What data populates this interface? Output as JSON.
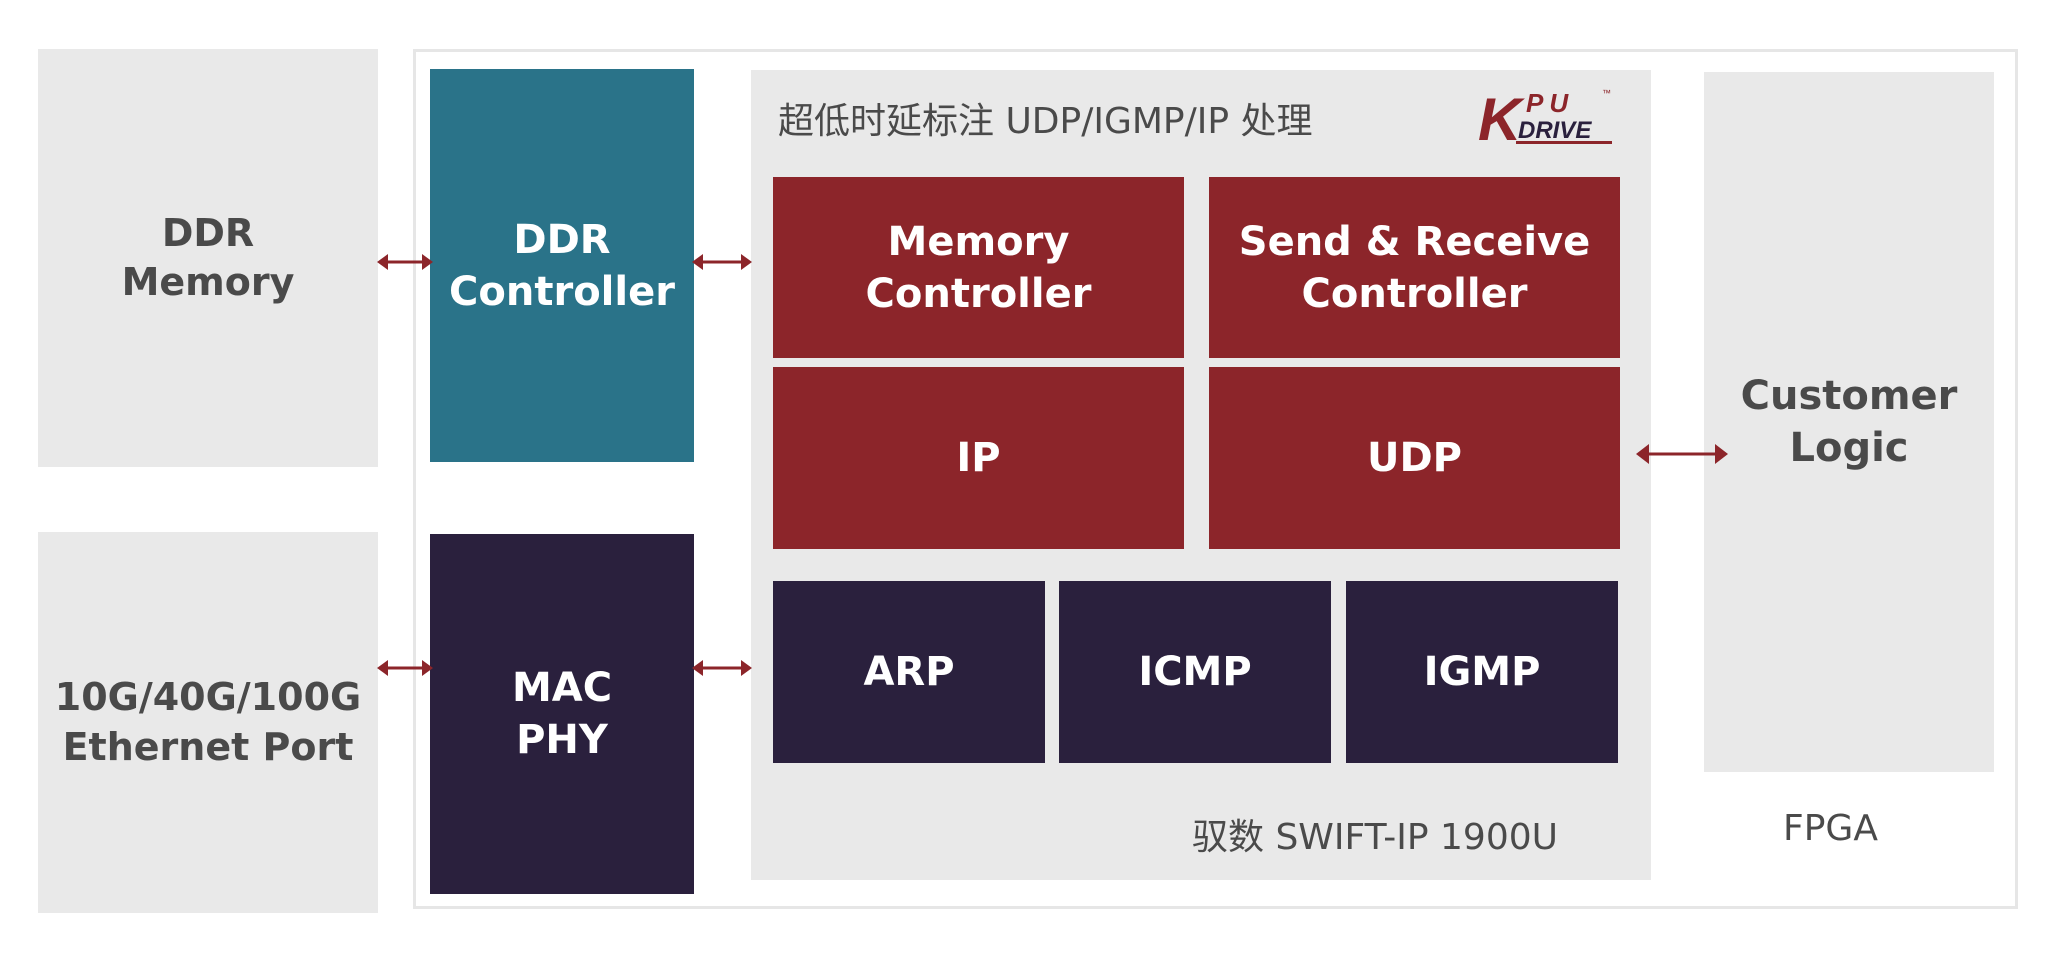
{
  "external": {
    "ddr_memory": [
      "DDR",
      "Memory"
    ],
    "ethernet_port": [
      "10G/40G/100G",
      "Ethernet Port"
    ],
    "customer_logic": [
      "Customer",
      "Logic"
    ]
  },
  "fpga": {
    "label": "FPGA",
    "ddr_controller": [
      "DDR",
      "Controller"
    ],
    "mac_phy": [
      "MAC",
      "PHY"
    ]
  },
  "ip_core": {
    "title": "超低时延标注 UDP/IGMP/IP 处理",
    "name": "驭数 SWIFT-IP 1900U",
    "logo": {
      "letters": "K",
      "sub_top": "PU",
      "sub_bottom": "DRIVE",
      "tm": "™"
    },
    "blocks": {
      "memory_controller": [
        "Memory Controller"
      ],
      "send_receive_controller": [
        "Send & Receive",
        "Controller"
      ],
      "ip": [
        "IP"
      ],
      "udp": [
        "UDP"
      ],
      "arp": [
        "ARP"
      ],
      "icmp": [
        "ICMP"
      ],
      "igmp": [
        "IGMP"
      ]
    }
  },
  "colors": {
    "grey_box": "#e9e9e9",
    "teal": "#2a7389",
    "red": "#8c252a",
    "navy": "#2a203d",
    "arrow": "#8c252a",
    "text_grey": "#4a4a4a"
  }
}
